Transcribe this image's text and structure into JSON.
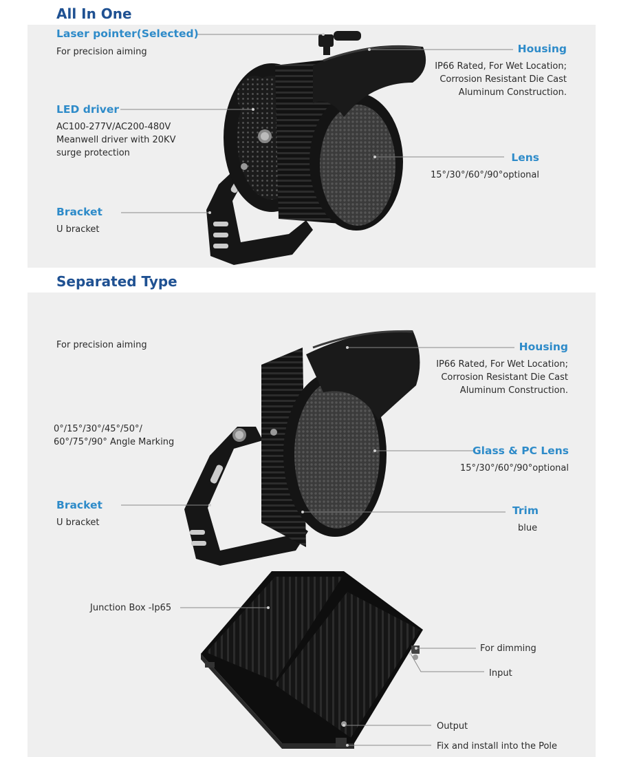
{
  "all_in_one": {
    "title": "All In One",
    "laser": {
      "label": "Laser pointer(Selected)",
      "desc": "For precision aiming"
    },
    "driver": {
      "label": "LED driver",
      "desc": [
        "AC100-277V/AC200-480V",
        "Meanwell driver with 20KV",
        "surge protection"
      ]
    },
    "bracket": {
      "label": "Bracket",
      "desc": "U bracket"
    },
    "housing": {
      "label": "Housing",
      "desc": [
        "IP66 Rated, For Wet Location;",
        "Corrosion Resistant Die Cast",
        "Aluminum Construction."
      ]
    },
    "lens": {
      "label": "Lens",
      "desc": "15°/30°/60°/90°optional"
    }
  },
  "separated": {
    "title": "Separated Type",
    "aiming_text": "For precision aiming",
    "housing": {
      "label": "Housing",
      "desc": [
        "IP66 Rated, For Wet Location;",
        "Corrosion Resistant Die Cast",
        "Aluminum Construction."
      ]
    },
    "angle": [
      "0°/15°/30°/45°/50°/",
      "60°/75°/90° Angle Marking"
    ],
    "lens": {
      "label": "Glass & PC Lens",
      "desc": "15°/30°/60°/90°optional"
    },
    "bracket": {
      "label": "Bracket",
      "desc": "U bracket"
    },
    "trim": {
      "label": "Trim",
      "desc": "blue"
    },
    "junction": "Junction Box -Ip65",
    "dimming": "For dimming",
    "input": "Input",
    "output": "Output",
    "pole": "Fix and install into the Pole"
  },
  "colors": {
    "title": "#1f5192",
    "label": "#2e8bc9",
    "panel": "#efefef",
    "product": "#151515"
  }
}
